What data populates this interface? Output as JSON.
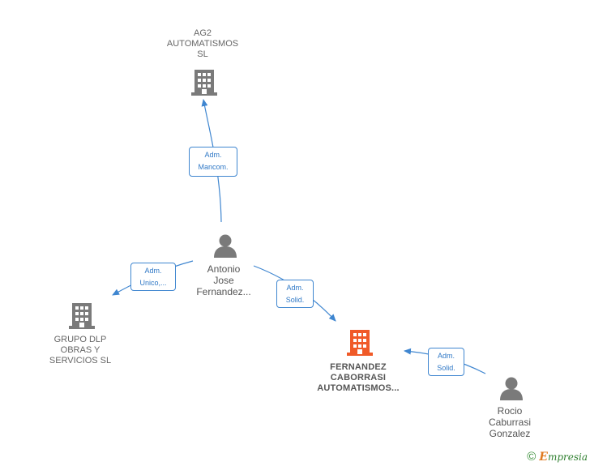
{
  "colors": {
    "edge": "#3f86d0",
    "company": "#7a7a7a",
    "company_main": "#f05a28",
    "person": "#7a7a7a"
  },
  "nodes": {
    "ag2": {
      "lines": [
        "AG2",
        "AUTOMATISMOS",
        "SL"
      ],
      "icon": "building-icon"
    },
    "grupo": {
      "lines": [
        "GRUPO DLP",
        "OBRAS Y",
        "SERVICIOS  SL"
      ],
      "icon": "building-icon"
    },
    "fernandez": {
      "lines": [
        "FERNANDEZ",
        "CABORRASI",
        "AUTOMATISMOS..."
      ],
      "icon": "building-icon"
    },
    "antonio": {
      "lines": [
        "Antonio",
        "Jose",
        "Fernandez..."
      ],
      "icon": "person-icon"
    },
    "rocio": {
      "lines": [
        "Rocio",
        "Caburrasi",
        "Gonzalez"
      ],
      "icon": "person-icon"
    }
  },
  "edges": {
    "e1": {
      "lines": [
        "Adm.",
        "Mancom."
      ]
    },
    "e2": {
      "lines": [
        "Adm.",
        "Unico,..."
      ]
    },
    "e3": {
      "lines": [
        "Adm.",
        "Solid."
      ]
    },
    "e4": {
      "lines": [
        "Adm.",
        "Solid."
      ]
    }
  },
  "footer": {
    "copyright": "©",
    "brand_first": "E",
    "brand_rest": "mpresia"
  }
}
